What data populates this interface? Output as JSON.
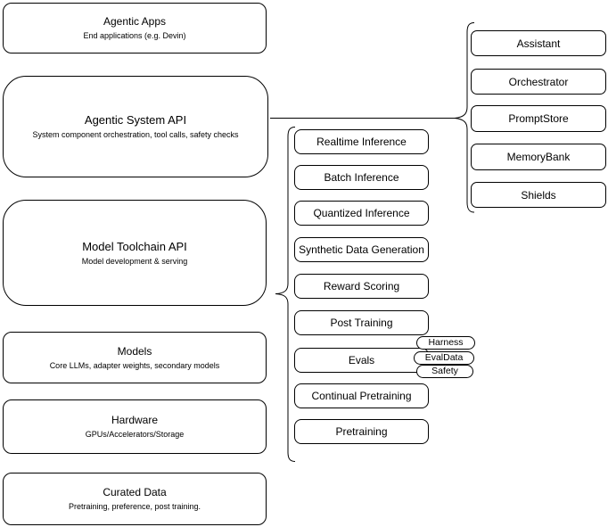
{
  "left_stack": {
    "boxes": [
      {
        "title": "Agentic Apps",
        "subtitle": "End applications (e.g. Devin)"
      },
      {
        "title": "Agentic System API",
        "subtitle": "System component orchestration, tool calls, safety checks"
      },
      {
        "title": "Model Toolchain API",
        "subtitle": "Model development & serving"
      },
      {
        "title": "Models",
        "subtitle": "Core LLMs, adapter weights, secondary models"
      },
      {
        "title": "Hardware",
        "subtitle": "GPUs/Accelerators/Storage"
      },
      {
        "title": "Curated Data",
        "subtitle": "Pretraining, preference, post training."
      }
    ]
  },
  "toolchain_group": {
    "items": [
      "Realtime Inference",
      "Batch Inference",
      "Quantized Inference",
      "Synthetic Data Generation",
      "Reward Scoring",
      "Post Training",
      "Evals",
      "Continual Pretraining",
      "Pretraining"
    ]
  },
  "system_group": {
    "items": [
      "Assistant",
      "Orchestrator",
      "PromptStore",
      "MemoryBank",
      "Shields"
    ]
  },
  "eval_badges": [
    "Harness",
    "EvalData",
    "Safety"
  ],
  "colors": {
    "stroke": "#000000",
    "fill": "#ffffff",
    "text": "#000000",
    "background": "#ffffff"
  }
}
